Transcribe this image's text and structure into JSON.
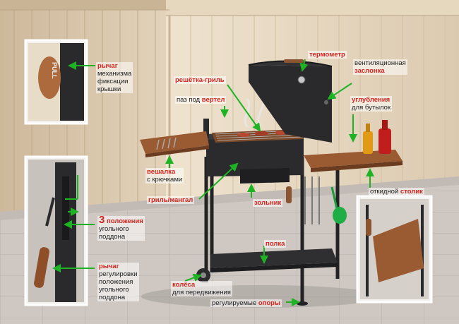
{
  "labels": {
    "thermometer": "термометр",
    "vent_1": "вентиляционная",
    "vent_2": "заслонка",
    "grill_grate": "решётка-гриль",
    "spit_slot_1": "паз под",
    "spit_slot_2": "вертел",
    "bottle_holes_1": "углубления",
    "bottle_holes_2": "для бутылок",
    "hanger_1": "вешалка",
    "hanger_2": "с крючками",
    "grill_brazier": "гриль/мангал",
    "ash_pan": "зольник",
    "fold_table_1": "откидной",
    "fold_table_2": "столик",
    "shelf": "полка",
    "wheels_1": "колёса",
    "wheels_2": "для передвижения",
    "legs_1": "регулируемые",
    "legs_2": "опоры",
    "lid_lever_1": "рычаг",
    "lid_lever_2": "механизма",
    "lid_lever_3": "фиксации",
    "lid_lever_4": "крышки",
    "positions_num": "3",
    "positions_1": "положения",
    "positions_2": "угольного",
    "positions_3": "поддона",
    "adjust_lever_1": "рычаг",
    "adjust_lever_2": "регулировки",
    "adjust_lever_3": "положения",
    "adjust_lever_4": "угольного",
    "adjust_lever_5": "поддона"
  },
  "lever_text": "PULL",
  "colors": {
    "accent_red": "#d3261f",
    "arrow_green": "#1db324",
    "grill_body": "#2b2b2d",
    "wood": "#9a5a32"
  }
}
